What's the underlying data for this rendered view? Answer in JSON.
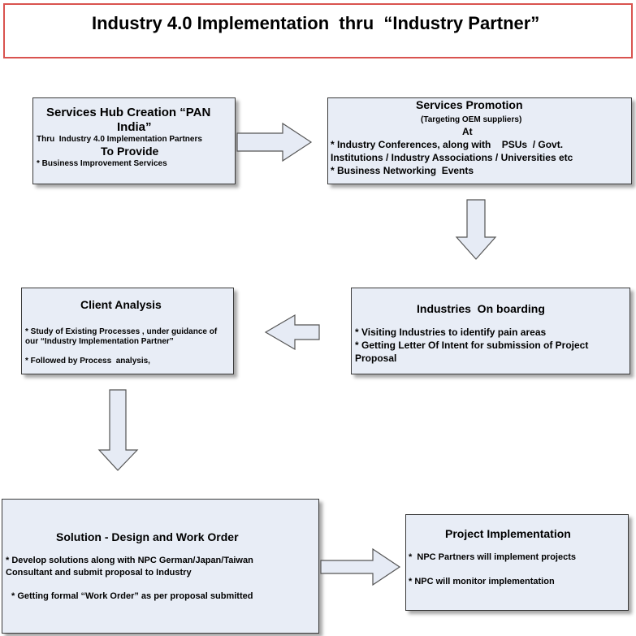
{
  "title": "Industry 4.0 Implementation  thru  “Industry Partner”",
  "boxes": {
    "services_hub": {
      "title_line1": "Services Hub Creation “PAN",
      "title_line2": "India”",
      "subtitle": "Thru  Industry 4.0 Implementation Partners",
      "heading": "To Provide",
      "bullet1": "* Business Improvement Services"
    },
    "services_promotion": {
      "title": "Services Promotion",
      "subtitle": "(Targeting OEM suppliers)",
      "heading": "At",
      "bullet1_line1": "* Industry Conferences, along with    PSUs  / Govt.",
      "bullet1_line2": "Institutions / Industry Associations / Universities etc",
      "bullet2": "* Business Networking  Events"
    },
    "industries_onboarding": {
      "title": "Industries  On boarding",
      "bullet1": "* Visiting Industries to identify pain areas",
      "bullet2_line1": "* Getting Letter Of Intent for submission of Project",
      "bullet2_line2": "Proposal"
    },
    "client_analysis": {
      "title": "Client Analysis",
      "bullet1_line1": "* Study of Existing Processes , under guidance of",
      "bullet1_line2": "our “Industry Implementation Partner”",
      "bullet2": "* Followed by Process  analysis,"
    },
    "solution_design": {
      "title": "Solution - Design and Work Order",
      "bullet1_line1": "* Develop solutions along with NPC German/Japan/Taiwan",
      "bullet1_line2": "Consultant and submit proposal to Industry",
      "bullet2": "* Getting formal “Work Order” as per proposal submitted"
    },
    "project_implementation": {
      "title": "Project Implementation",
      "bullet1": "*  NPC Partners will implement projects",
      "bullet2": "* NPC will monitor implementation"
    }
  },
  "colors": {
    "box_fill": "#e8edf6",
    "title_border": "#d9534f",
    "arrow_fill": "#e6ebf5"
  }
}
